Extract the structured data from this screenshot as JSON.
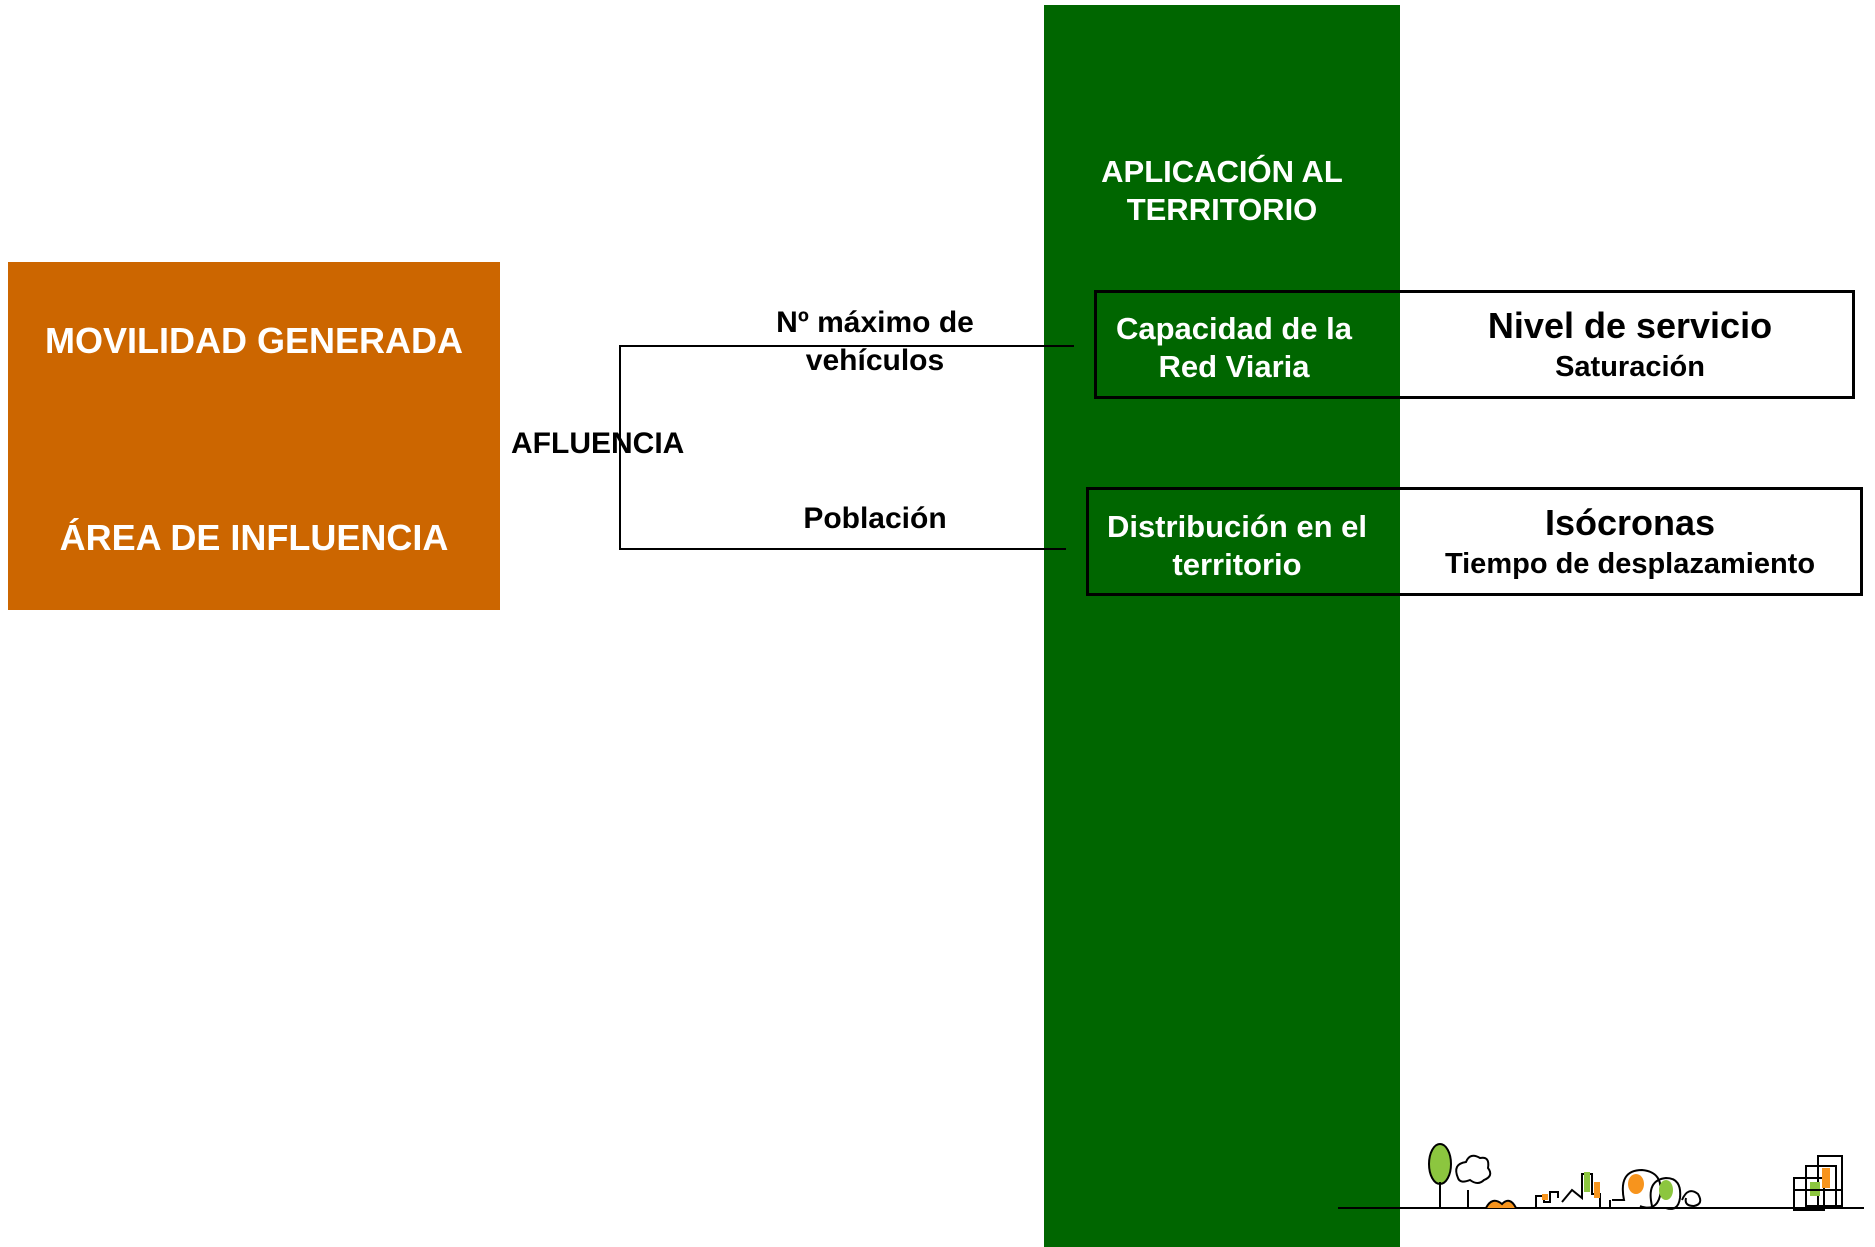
{
  "left_block": {
    "line1": "MOVILIDAD GENERADA",
    "line2": "ÁREA DE INFLUENCIA",
    "color": "#CC6600"
  },
  "connector": {
    "label": "AFLUENCIA",
    "upper_label_1": "Nº máximo de",
    "upper_label_2": "vehículos",
    "lower_label": "Población"
  },
  "green_column": {
    "color": "#006600",
    "title_1": "APLICACIÓN AL",
    "title_2": "TERRITORIO"
  },
  "box_upper": {
    "left_1": "Capacidad de la",
    "left_2": "Red Viaria",
    "right_title": "Nivel de servicio",
    "right_sub": "Saturación"
  },
  "box_lower": {
    "left_1": "Distribución en el",
    "left_2": "territorio",
    "right_title": "Isócronas",
    "right_sub": "Tiempo de desplazamiento"
  },
  "logo": {
    "icon": "cityscape-tree-logo-icon"
  }
}
